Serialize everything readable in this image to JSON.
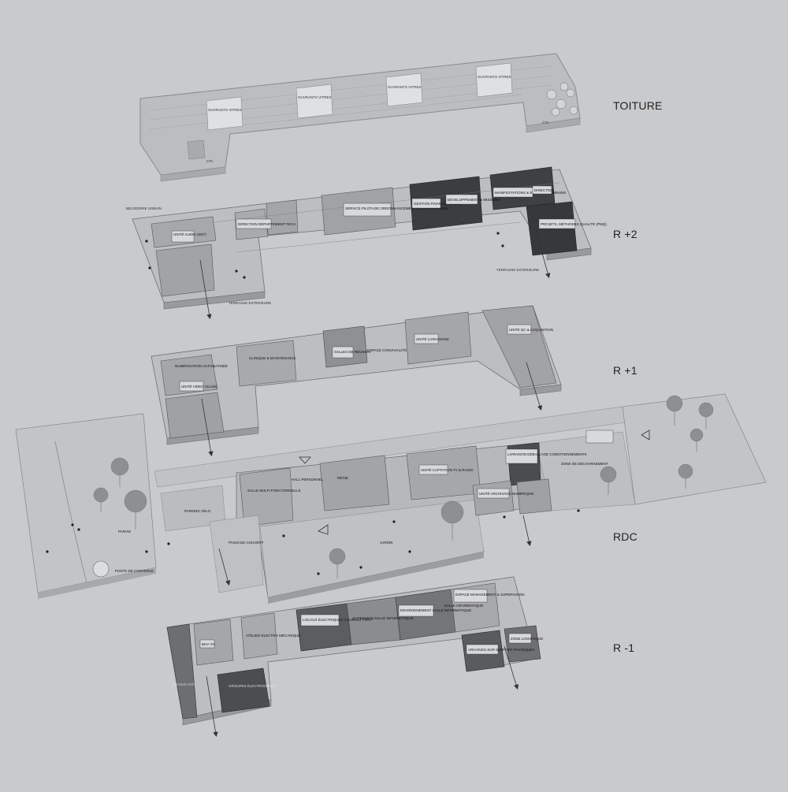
{
  "levels": {
    "toiture": "TOITURE",
    "r2": "R +2",
    "r1": "R +1",
    "rdc": "RDC",
    "rm1": "R -1"
  },
  "toiture": {
    "verrieres": [
      "OUVRANTS VITRES",
      "OUVRANTS VITRES",
      "OUVRANTS VITRES",
      "OUVRANTS VITRES"
    ],
    "cta_left": "CTA",
    "cta_right": "CTA"
  },
  "r2": {
    "belvedere": "BELVEDERE URBAIN",
    "unite_audio": "UNITÉ AUDIO (SET)",
    "direction_tech": "DIRECTION DÉPARTEMENT TECH",
    "service_pilotage": "SERVICE PILOTAGE ORDONNANCEMENT DES OPERATIONS",
    "gestion_fin": "GESTION FINANCIÈRE & RH",
    "developpement": "DÉVELOPPEMENT & MISSIONS",
    "manifestations": "MANIFESTATIONS & ESPACES COMMUNS",
    "direction": "DIRECTION",
    "projets": "PROJETS, MÉTHODES QUALITÉ (PMQ)",
    "terrasse_left": "TERRASSE EXTERIEURE",
    "terrasse_right": "TERRASSE EXTERIEURE"
  },
  "r1": {
    "numerisation": "NUMÉRISATION AUTOMATISÉE",
    "clinique": "CLINIQUE & MAINTENANCE",
    "salles_reunion": "SALLES DE RÉUNION",
    "espace_convivialite": "ESPACE CONVIVIALITÉ",
    "unite_livraisons": "UNITÉ LIVRAISONS",
    "unite_qc": "UNITÉ QC & ACQUISITION",
    "unite_video": "UNITÉ VIDEO (SLAM)"
  },
  "rdc": {
    "salle_multi": "SALLE MULTI-FONCTIONNELLE",
    "hall": "HALL PERSONNEL",
    "regie": "RÉGIE",
    "unite_captation": "UNITÉ CAPTATION TV & RADIO",
    "livraison": "LIVRAISON DÉBALLAGE CONDITIONNEMENTS",
    "zone_dechargement": "ZONE DE DÉCHARGEMENT",
    "unite_archivage": "UNITÉ ARCHIVAGE NUMÉRIQUE",
    "parking_velo": "PARKING VÉLO",
    "parvis": "PARVIS",
    "poste_controle": "POSTE DE CONTRÔLE",
    "passage_couvert": "PASSAGE COUVERT",
    "jardin": "JARDIN"
  },
  "rm1": {
    "espace_management": "ESPACE MANAGEMENT & SUPERVISION",
    "locaux_electriques": "LOCAUX ÉLECTRIQUES COURANT FORT",
    "extension_salle": "EXTENSION SALLE INFORMATIQUE",
    "environnement": "ENVIRONNEMENT SALLE INFORMATIQUE",
    "salle_info": "SALLE INFORMATIQUE",
    "bhv": "BHV VH",
    "atelier": "ATELIER ÉLECTRO MÉCANIQUE",
    "zone_logistique": "ZONE LOGISTIQUE",
    "archives": "ARCHIVES SUR SUPPORT PHYSIQUES",
    "locaux_cvc": "LOCAUX CVC",
    "groupes": "GROUPES ÉLECTROGÈNES"
  },
  "colors": {
    "background": "#c9cacc",
    "slab": "#b9babc",
    "room_light": "#a7a8aa",
    "room_mid": "#8a8b8d",
    "room_dark": "#3a3b3d",
    "line": "#4a4a4a"
  }
}
